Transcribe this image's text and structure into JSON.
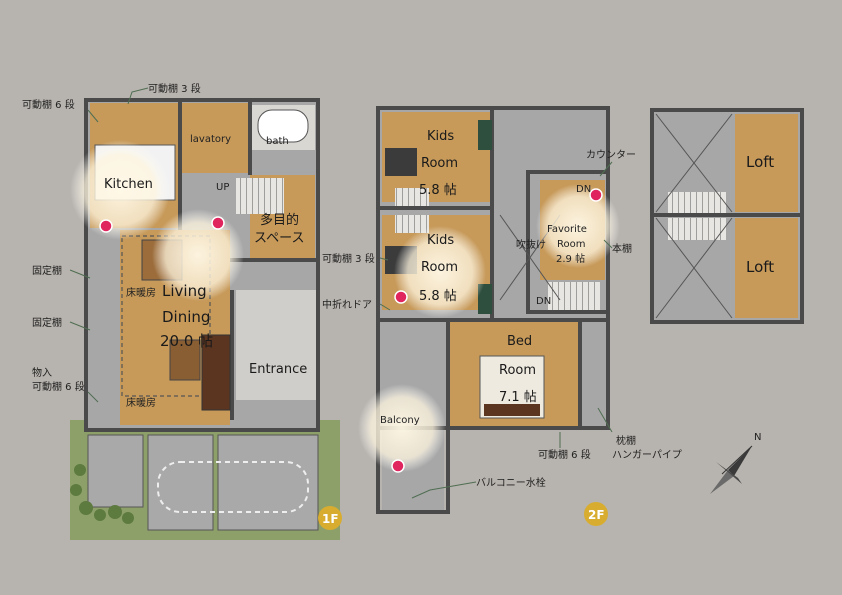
{
  "floor1": {
    "badge": "1F",
    "rooms": {
      "kitchen": "Kitchen",
      "lavatory": "lavatory",
      "bath": "bath",
      "up": "UP",
      "multi_purpose_1": "多目的",
      "multi_purpose_2": "スペース",
      "living": "Living",
      "dining": "Dining",
      "dining_size": "20.0 帖",
      "entrance": "Entrance",
      "floor_heating_1": "床暖房",
      "floor_heating_2": "床暖房"
    },
    "callouts": {
      "adjustable_shelf_6": "可動棚 6 段",
      "adjustable_shelf_3": "可動棚 3 段",
      "fixed_shelf_1": "固定棚",
      "fixed_shelf_2": "固定棚",
      "storage_1": "物入",
      "storage_2": "可動棚 6 段"
    }
  },
  "floor2": {
    "badge": "2F",
    "rooms": {
      "kids1_a": "Kids",
      "kids1_b": "Room",
      "kids1_size": "5.8 帖",
      "kids2_a": "Kids",
      "kids2_b": "Room",
      "kids2_size": "5.8 帖",
      "favorite_a": "Favorite",
      "favorite_b": "Room",
      "favorite_size": "2.9 帖",
      "dn_top": "DN",
      "dn_bottom": "DN",
      "void": "吹抜け",
      "bed_a": "Bed",
      "bed_b": "Room",
      "bed_size": "7.1 帖",
      "balcony": "Balcony"
    },
    "callouts": {
      "adjustable_shelf_3": "可動棚 3 段",
      "folding_door": "中折れドア",
      "counter": "カウンター",
      "bookshelf": "本棚",
      "balcony_faucet": "バルコニー水栓",
      "adjustable_shelf_6": "可動棚 6 段",
      "pillow_shelf": "枕棚",
      "hanger_pipe": "ハンガーパイプ"
    }
  },
  "loft": {
    "loft_top": "Loft",
    "loft_bottom": "Loft"
  },
  "compass": {
    "north": "N"
  },
  "colors": {
    "background": "#b7b3ae",
    "wood_floor": "#c79a5a",
    "tile_floor": "#a7a7a7",
    "badge": "#d8ad2f",
    "marker": "#e0245e"
  }
}
